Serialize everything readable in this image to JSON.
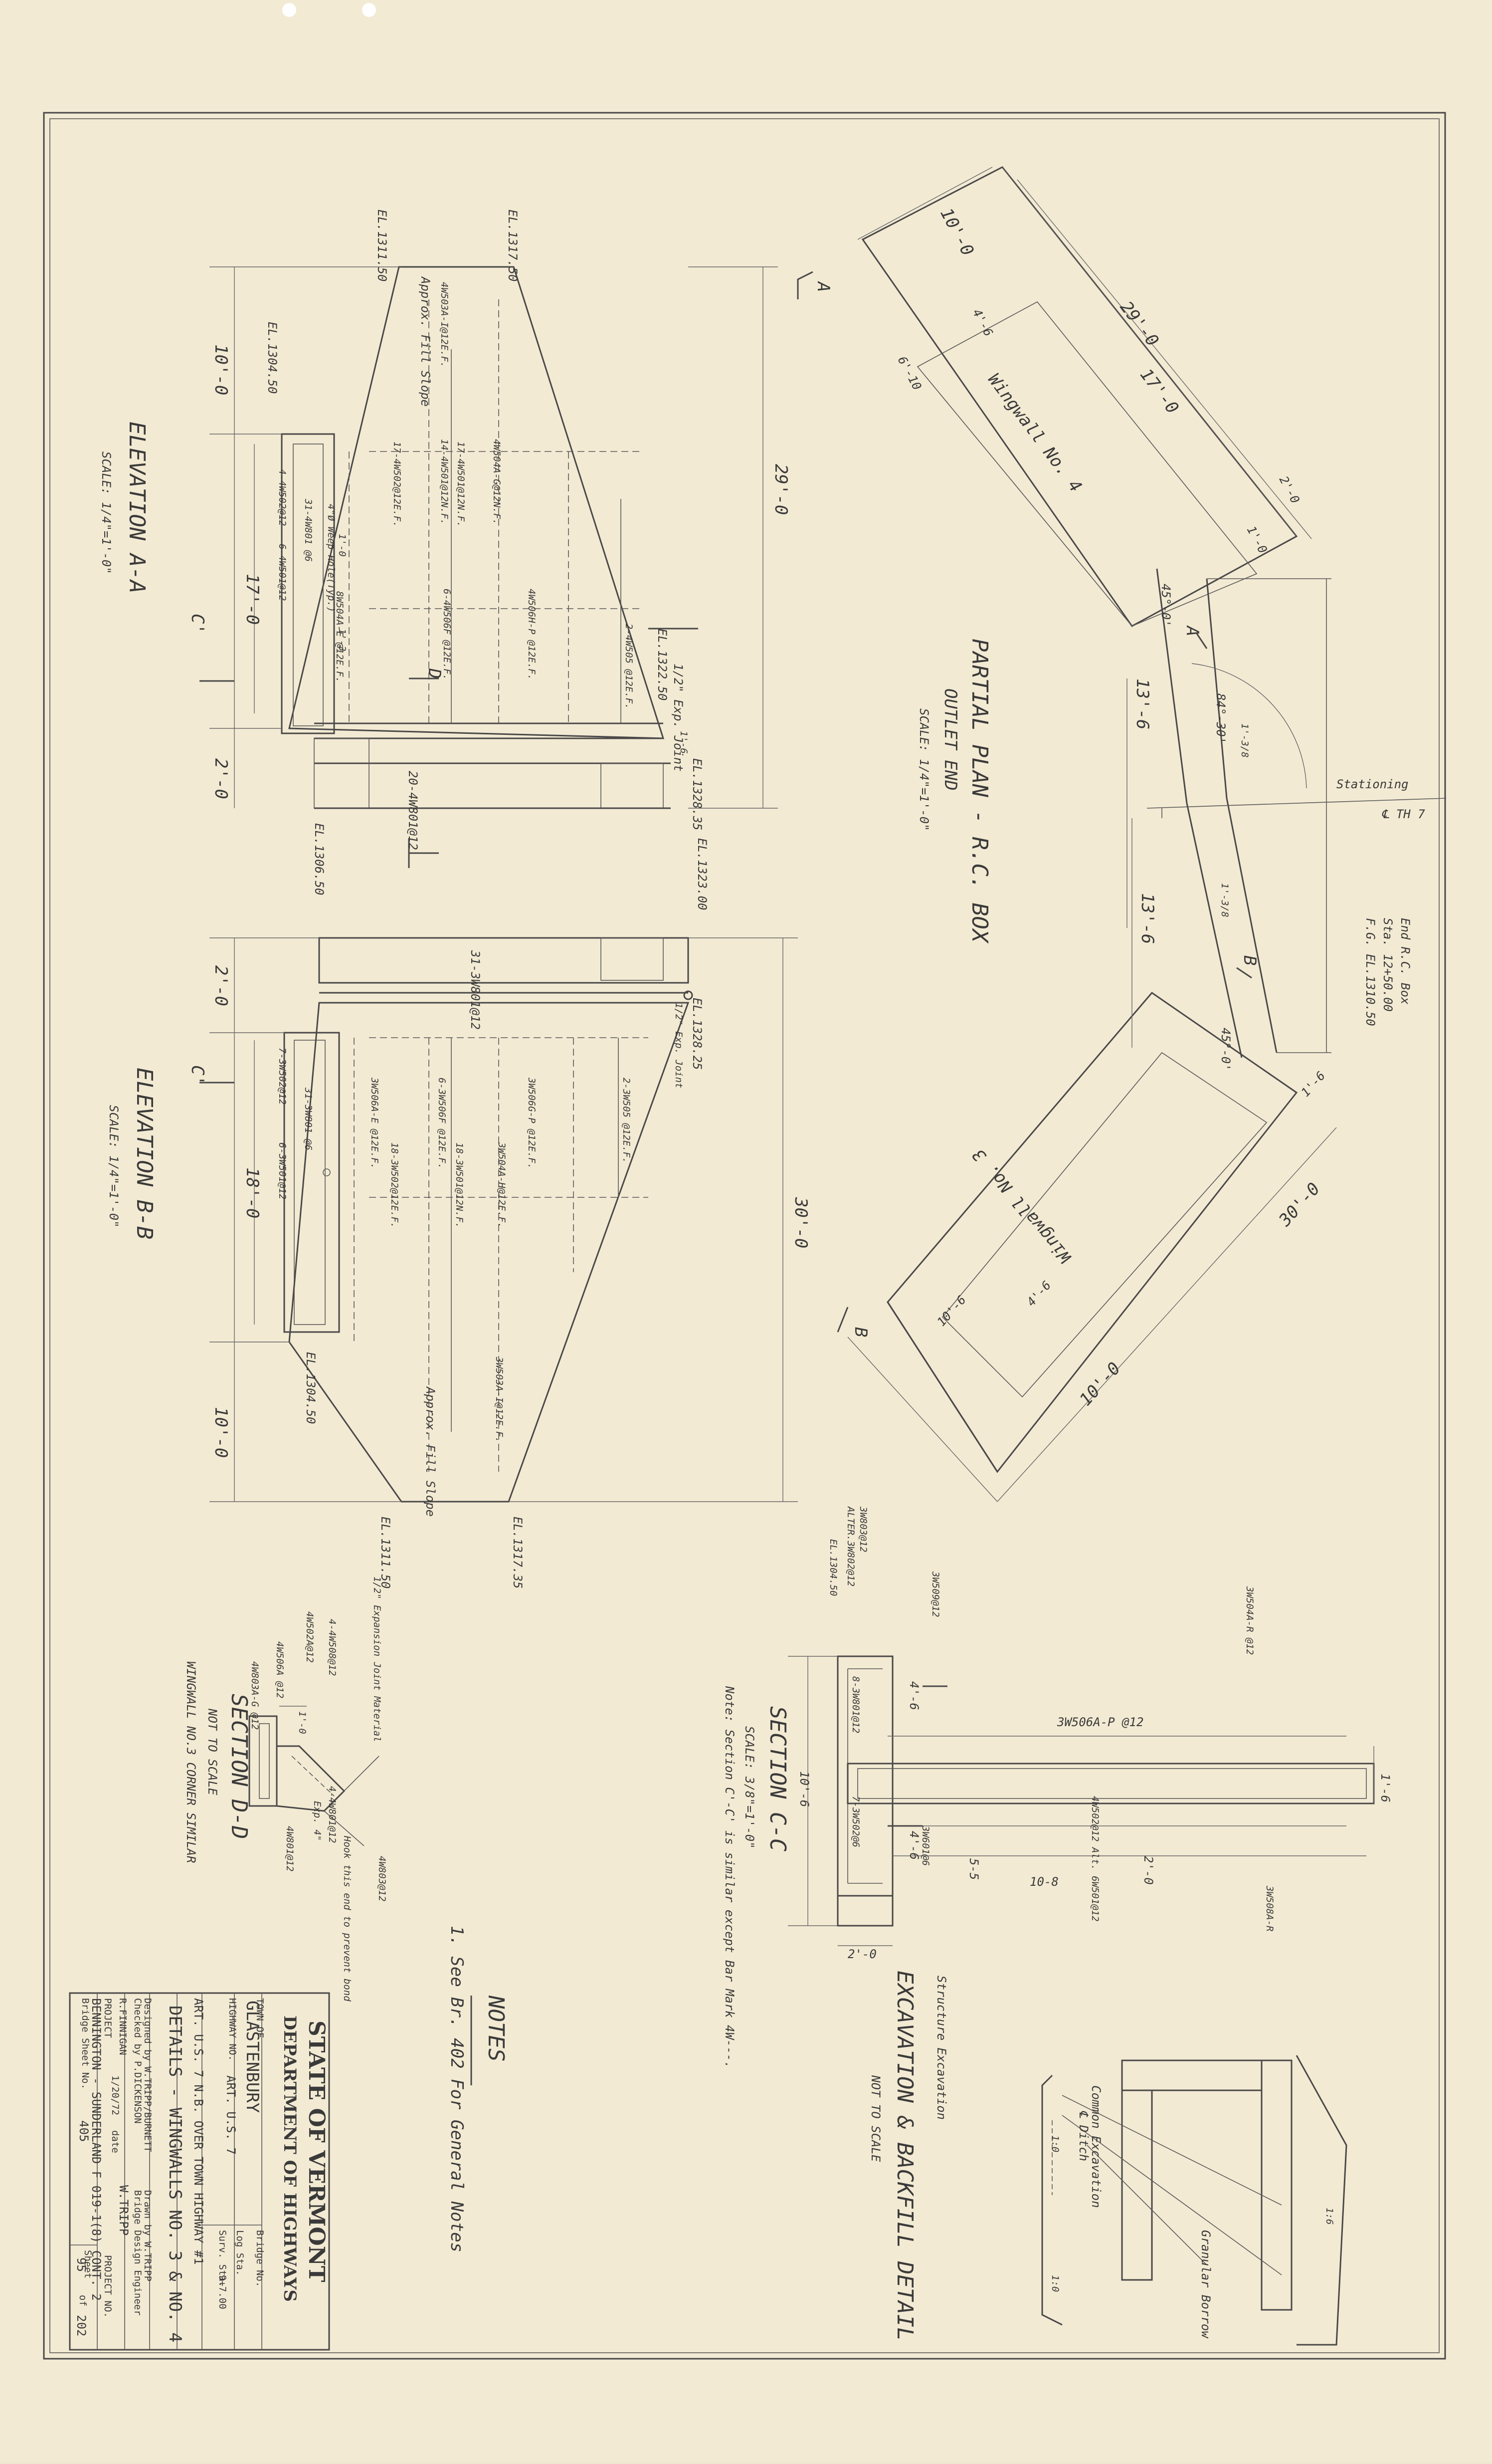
{
  "sheet_bg": "#f2ead3",
  "ink": "#3b3a3a",
  "elevation_aa": {
    "title": "ELEVATION A-A",
    "scale": "SCALE: 1/4\"=1'-0\"",
    "dims": {
      "left": "10'-0",
      "right": "29'-0",
      "base": "2'-0",
      "wall": "17'-0"
    },
    "elevations": [
      "EL.1311.50",
      "EL.1317.50",
      "EL.1304.50",
      "EL.1322.50",
      "EL.1306.50",
      "EL.1328.35",
      "EL.1323.00"
    ],
    "notes": [
      "Approx. Fill Slope",
      "4W503A-I@12E.F.",
      "4W504A-G@12N.F.",
      "14-4W501@12N.F.",
      "17-4W502@12E.F.",
      "17-4W501@12N.F.",
      "8W504A-E @12E.F.",
      "6-4W506F @12E.F.",
      "4W506H-P @12E.F.",
      "2-4W505 @12E.F.",
      "31-4W801 @6",
      "4-4W502@12",
      "6-4W501@12",
      "4\"Ø Weep Hole(Typ.)",
      "20-4W801@12",
      "C'",
      "D",
      "1/2\" Exp. Joint",
      "1'-0",
      "1'-3",
      "1'-6"
    ]
  },
  "elevation_bb": {
    "title": "ELEVATION B-B",
    "scale": "SCALE: 1/4\"=1'-0\"",
    "dims": {
      "left": "10'-0",
      "right": "30'-0",
      "base": "2'-0",
      "wall": "18'-0"
    },
    "elevations": [
      "EL.1328.25",
      "EL.1304.50",
      "EL.1311.50",
      "EL.1317.35"
    ],
    "notes": [
      "31-3W801@12",
      "1/2\" Exp. Joint",
      "3W506A-E @12E.F.",
      "6-3W506F @12E.F.",
      "3W506G-P @12E.F.",
      "18-3W502@12E.F.",
      "18-3W501@12N.F.",
      "3W504A-H@12E.F.",
      "3W503A-I@12E.F.",
      "2-3W505 @12E.F.",
      "31-3W801 @6",
      "7-3W502@12",
      "6-3W501@12",
      "Approx. Fill Slope",
      "C'"
    ]
  },
  "partial_plan": {
    "title": "PARTIAL PLAN - R.C. BOX",
    "subtitle": "OUTLET END",
    "scale": "SCALE: 1/4\"=1'-0\"",
    "wingwall4": "Wingwall No. 4",
    "wingwall3": "Wingwall No. 3",
    "dims": [
      "10'-0",
      "29'-0",
      "17'-0",
      "6'-10",
      "4'-6",
      "2'-0",
      "13'-6",
      "13'-6",
      "45°-0'",
      "45°-0'",
      "84°-30'",
      "1'-3/8",
      "1'-3/8",
      "30'-0",
      "10'-0",
      "10'-6",
      "4'-6",
      "1'-6",
      "1'-0"
    ],
    "stationing": "Stationing",
    "station_cl": "℄ TH 7",
    "end_box": [
      "End R.C. Box",
      "Sta. 12+50.00",
      "F.G. EL.1310.50"
    ],
    "marks": [
      "A",
      "A",
      "B",
      "B"
    ]
  },
  "section_cc": {
    "title": "SECTION C-C",
    "scale": "SCALE: 3/8\"=1'-0\"",
    "note": "Note: Section C'-C' is similar except Bar Mark 4W---.",
    "callouts": [
      "3W803@12",
      "ALTER.3W802@12",
      "EL.1304.50",
      "3W509@12",
      "3W504A-R @12",
      "3W506A-P @12",
      "3W508A-R",
      "8-3W801@12",
      "7-3W502@6",
      "3W601@6",
      "4W502@12 Alt. 6W501@12",
      "10'-6",
      "4'-6",
      "4'-6",
      "5-5",
      "10-8",
      "2'-0",
      "2'-0",
      "1'-6"
    ]
  },
  "section_dd": {
    "title": "SECTION D-D",
    "subtitle": "NOT TO SCALE",
    "note": "WINGWALL NO.3 CORNER SIMILAR",
    "callouts": [
      "1/2\" Expansion Joint Material",
      "4W502A@12",
      "4-4W508@12",
      "4W506A @12",
      "4W803A-G @12",
      "4-4W801@12",
      "4W801@12",
      "4W803@12",
      "Hook this end to prevent bond",
      "Exp. 4\"",
      "1'-0"
    ]
  },
  "excavation": {
    "title": "EXCAVATION & BACKFILL DETAIL",
    "subtitle": "NOT TO SCALE",
    "labels": [
      "Structure Excavation",
      "Common Excavation",
      "℄ Ditch",
      "Granular Borrow",
      "1:0",
      "1:6",
      "1:0"
    ]
  },
  "notes": {
    "title": "NOTES",
    "items": [
      "1. See Br. 402 For General Notes"
    ]
  },
  "title_block": {
    "state": "STATE OF VERMONT",
    "dept": "DEPARTMENT OF HIGHWAYS",
    "town_label": "TOWN OF",
    "town": "GLASTENBURY",
    "highway_label": "HIGHWAY NO.",
    "highway": "ART. U.S. 7",
    "bridge_no_label": "Bridge No.",
    "log_sta_label": "Log Sta.",
    "surv_sta_label": "Surv. Sta.",
    "surv_sta": "9+7.00",
    "desc1": "ART. U.S. 7 N.B. OVER TOWN HIGHWAY #1",
    "desc2": "DETAILS - WINGWALLS NO. 3 & NO. 4",
    "designed": "Designed by W.TRIPP/BURNETT",
    "drawn": "Drawn by W.TRIPP",
    "checked": "Checked by P.DICKENSON",
    "approver": "Bridge Design Engineer",
    "approver_name": "W.TRIPP",
    "engineer": "R.FINNIGAN",
    "date_label": "date",
    "date": "1/20/72",
    "project_label": "PROJECT",
    "project_no_label": "PROJECT NO.",
    "project": "BENNINGTON - SUNDERLAND F 019-1(8) CONT. 2",
    "bridge_sheet_label": "Bridge Sheet No.",
    "bridge_sheet": "405",
    "sheet_label": "Sheet",
    "sheet": "95",
    "of": "of",
    "total": "202"
  }
}
